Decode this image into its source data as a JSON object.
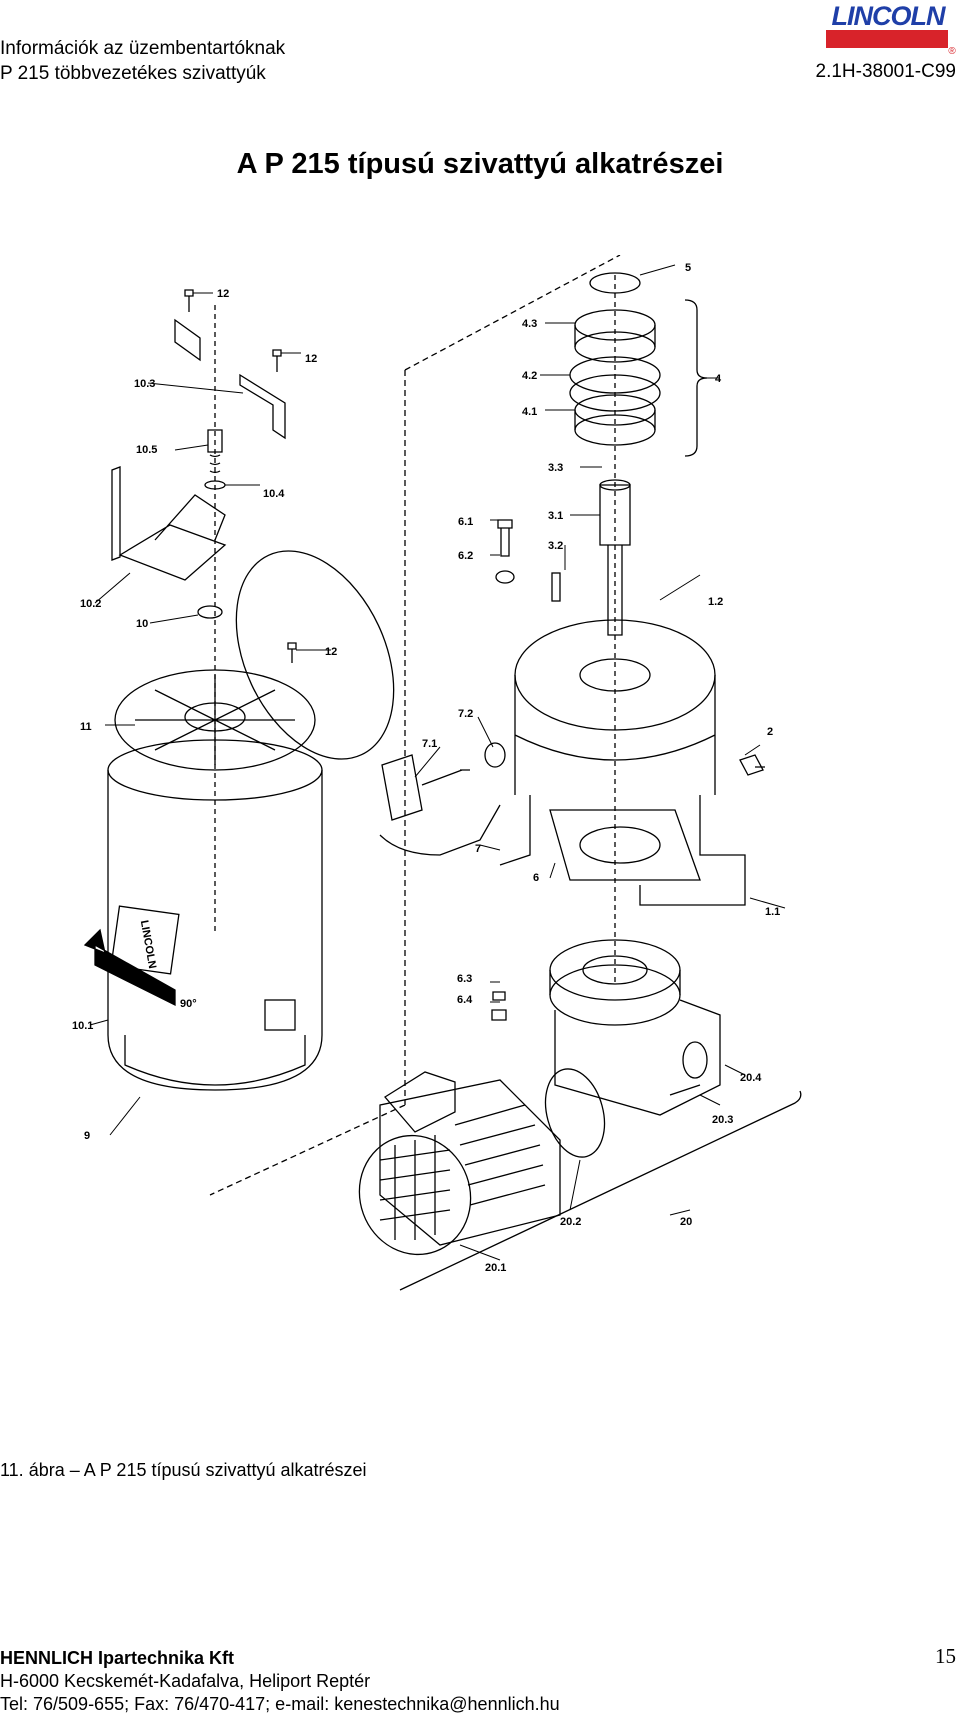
{
  "header": {
    "line1": "Információk az üzembentartóknak",
    "line2": "P 215 többvezetékes szivattyúk",
    "doc_number": "2.1H-38001-C99",
    "logo_text": "LINCOLN",
    "logo_mark": "®"
  },
  "title": "A P 215 típusú szivattyú alkatrészei",
  "figure": {
    "labels": [
      "12",
      "12",
      "10.3",
      "10.5",
      "10.4",
      "10.2",
      "10",
      "12",
      "11",
      "10.1",
      "9",
      "5",
      "4.3",
      "4.2",
      "4",
      "4.1",
      "3.3",
      "3.1",
      "6.1",
      "6.2",
      "3.2",
      "1.2",
      "2",
      "7.2",
      "7.1",
      "7",
      "6",
      "1.1",
      "6.3",
      "6.4",
      "20.4",
      "20.3",
      "20.2",
      "20",
      "20.1"
    ],
    "tank_text": "LINCOLN",
    "rotation_text": "90°"
  },
  "caption": "11. ábra – A P 215 típusú szivattyú alkatrészei",
  "footer": {
    "company": "HENNLICH Ipartechnika Kft",
    "address": "H-6000 Kecskemét-Kadafalva, Heliport Reptér",
    "contact": "Tel: 76/509-655; Fax: 76/470-417; e-mail: kenestechnika@hennlich.hu",
    "page_number": "15"
  },
  "colors": {
    "logo_blue": "#1f3fa8",
    "logo_red": "#d8232a"
  }
}
